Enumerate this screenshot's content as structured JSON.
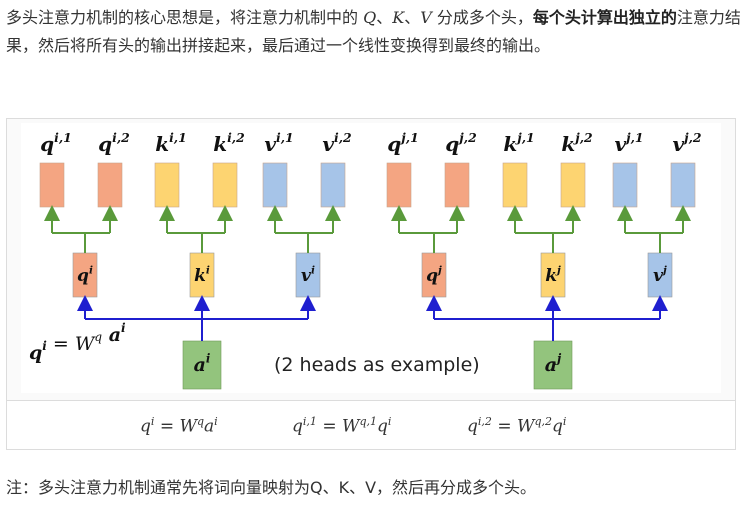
{
  "intro": {
    "part1": "多头注意力机制的核心思想是，将注意力机制中的 ",
    "Q": "Q",
    "sep1": "、",
    "K": "K",
    "sep2": "、",
    "V": "V",
    "part2": " 分成多个头，",
    "bold": "每个头计算出独立的",
    "part3": "注意力结果，然后将所有头的输出拼接起来，最后通过一个线性变换得到最终的输出。"
  },
  "figure": {
    "top_labels": [
      "q^{i,1}",
      "q^{i,2}",
      "k^{i,1}",
      "k^{i,2}",
      "v^{i,1}",
      "v^{i,2}",
      "q^{j,1}",
      "q^{j,2}",
      "k^{j,1}",
      "k^{j,2}",
      "v^{j,1}",
      "v^{j,2}"
    ],
    "mid_labels": [
      "q^i",
      "k^i",
      "v^i",
      "q^j",
      "k^j",
      "v^j"
    ],
    "input_labels": [
      "a^i",
      "a^j"
    ],
    "formula_text": "q^i = W^q a^i",
    "caption": "(2 heads as example)",
    "colors": {
      "q": "#f4a582",
      "k": "#fdd471",
      "v": "#a6c4e8",
      "a": "#93c47d",
      "blue_line": "#1f1fcf",
      "green_line": "#5a9a3b"
    }
  },
  "equations": {
    "eq1": {
      "lhs": "q",
      "lhs_sup": "i",
      "rhs": "W",
      "rhs_sup": "q",
      "rhs2": "a",
      "rhs2_sup": "i"
    },
    "eq2": {
      "lhs": "q",
      "lhs_sup": "i,1",
      "rhs": "W",
      "rhs_sup": "q,1",
      "rhs2": "q",
      "rhs2_sup": "i"
    },
    "eq3": {
      "lhs": "q",
      "lhs_sup": "i,2",
      "rhs": "W",
      "rhs_sup": "q,2",
      "rhs2": "q",
      "rhs2_sup": "i"
    },
    "equals": "="
  },
  "note": "注：多头注意力机制通常先将词向量映射为Q、K、V，然后再分成多个头。"
}
